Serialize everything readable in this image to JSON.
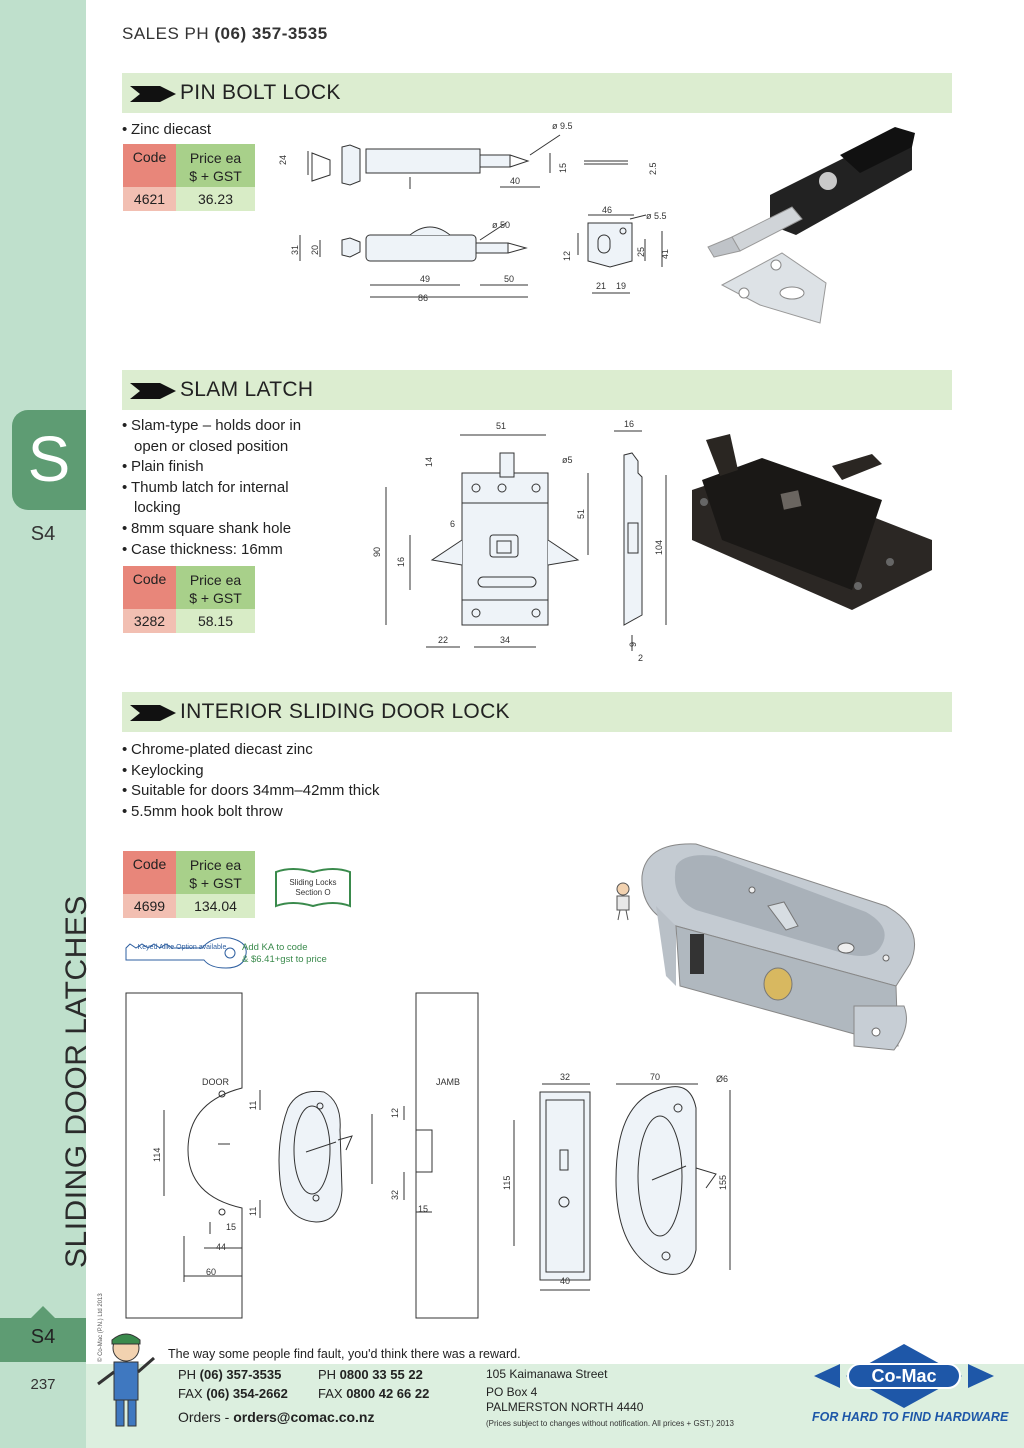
{
  "header": {
    "sales_label": "SALES  PH ",
    "sales_phone": "(06) 357-3535"
  },
  "sidebar": {
    "tab_letter": "S",
    "section_code": "S4",
    "category_title": "SLIDING DOOR LATCHES",
    "bottom_code": "S4",
    "page_number": "237",
    "copyright": "© Co-Mac (P.N.) Ltd 2013"
  },
  "sections": [
    {
      "title": "PIN BOLT LOCK",
      "bullets": [
        "Zinc diecast"
      ],
      "table": {
        "code_header": "Code",
        "price_header_1": "Price ea",
        "price_header_2": "$ + GST",
        "code": "4621",
        "price": "36.23"
      },
      "dims": {
        "d95": "ø 9.5",
        "d24": "24",
        "d15": "15",
        "d40": "40",
        "d25": "2.5",
        "d31": "31",
        "d20": "20",
        "d50a": "ø 50",
        "d49": "49",
        "d50b": "50",
        "d86": "86",
        "d46": "46",
        "d55": "ø 5.5",
        "d12": "12",
        "d25b": "25",
        "d41": "41",
        "d21": "21",
        "d19": "19"
      }
    },
    {
      "title": "SLAM LATCH",
      "bullets": [
        "Slam-type – holds door in",
        "open or closed position",
        "Plain finish",
        "Thumb latch for internal",
        "locking",
        "8mm square shank hole",
        "Case thickness: 16mm"
      ],
      "table": {
        "code_header": "Code",
        "price_header_1": "Price ea",
        "price_header_2": "$ + GST",
        "code": "3282",
        "price": "58.15"
      },
      "dims": {
        "d51": "51",
        "d14": "14",
        "d5": "ø5",
        "d6": "6",
        "d90": "90",
        "d16": "16",
        "d51b": "51",
        "d22": "22",
        "d34": "34",
        "d16b": "16",
        "d104": "104",
        "d9": "9",
        "d2": "2"
      }
    },
    {
      "title": "INTERIOR SLIDING DOOR LOCK",
      "bullets": [
        "Chrome-plated diecast zinc",
        "Keylocking",
        "Suitable for doors 34mm–42mm thick",
        "5.5mm hook bolt throw"
      ],
      "table": {
        "code_header": "Code",
        "price_header_1": "Price ea",
        "price_header_2": "$ + GST",
        "code": "4699",
        "price": "134.04"
      },
      "sliding_locks": "Sliding Locks Section O",
      "ka_tag": "Keyed Alike Option available",
      "ka_note_1": "Add KA to code",
      "ka_note_2": "& $6.41+gst to price",
      "dims": {
        "door": "DOOR",
        "jamb": "JAMB",
        "d114": "114",
        "d11a": "11",
        "d11b": "11",
        "d15": "15",
        "d44": "44",
        "d60": "60",
        "d12": "12",
        "d32": "32",
        "d15b": "15",
        "d32b": "32",
        "d115": "115",
        "d40": "40",
        "d70": "70",
        "d6": "Ø6",
        "d155": "155"
      }
    }
  ],
  "footer": {
    "tagline": "The way some people find fault, you'd think there was a reward.",
    "ph_label": "PH ",
    "ph": "(06) 357-3535",
    "fax_label": "FAX ",
    "fax": "(06) 354-2662",
    "ph2_label": "PH ",
    "ph2": "0800 33 55 22",
    "fax2_label": "FAX ",
    "fax2": "0800 42 66 22",
    "orders_label": "Orders - ",
    "orders_email": "orders@comac.co.nz",
    "address_1": "105 Kaimanawa Street",
    "address_2": "PO Box 4",
    "address_3": "PALMERSTON NORTH 4440",
    "note": "(Prices subject to changes without notification.  All prices + GST.)  2013",
    "logo_text": "Co-Mac",
    "logo_tagline": "FOR HARD TO FIND HARDWARE"
  },
  "colors": {
    "sidebar": "#bfe0cc",
    "tab": "#5e9c73",
    "section_bar": "#dcedd0",
    "code_header": "#e8867a",
    "price_header": "#a8d08a",
    "logo_blue": "#1e57a8"
  }
}
